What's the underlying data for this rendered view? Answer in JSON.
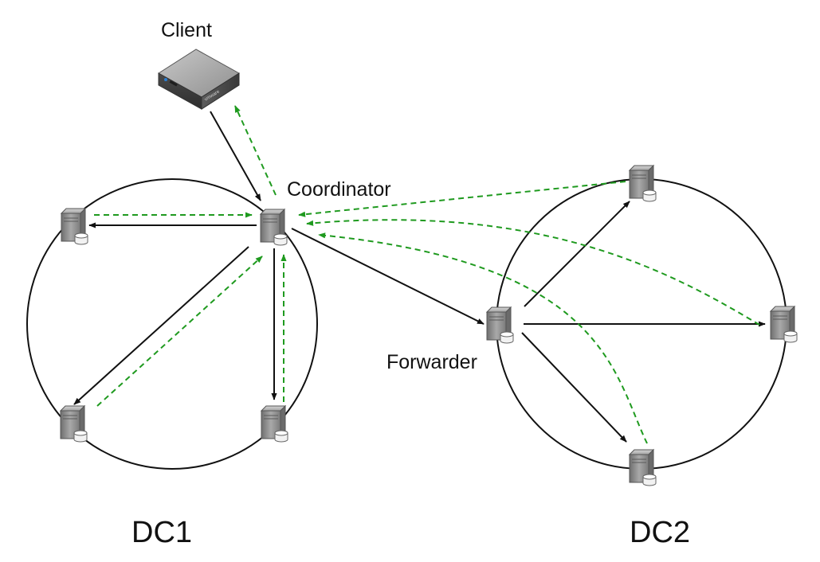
{
  "labels": {
    "client": "Client",
    "coordinator": "Coordinator",
    "forwarder": "Forwarder",
    "dc1": "DC1",
    "dc2": "DC2"
  },
  "client_device_brand": "vmware",
  "colors": {
    "request_arrow": "#111111",
    "response_arrow": "#1f9a1f",
    "ring": "#111111",
    "server_body": "#8c8c8c"
  },
  "icons": {
    "server": "server-icon",
    "client": "client-appliance-icon"
  }
}
